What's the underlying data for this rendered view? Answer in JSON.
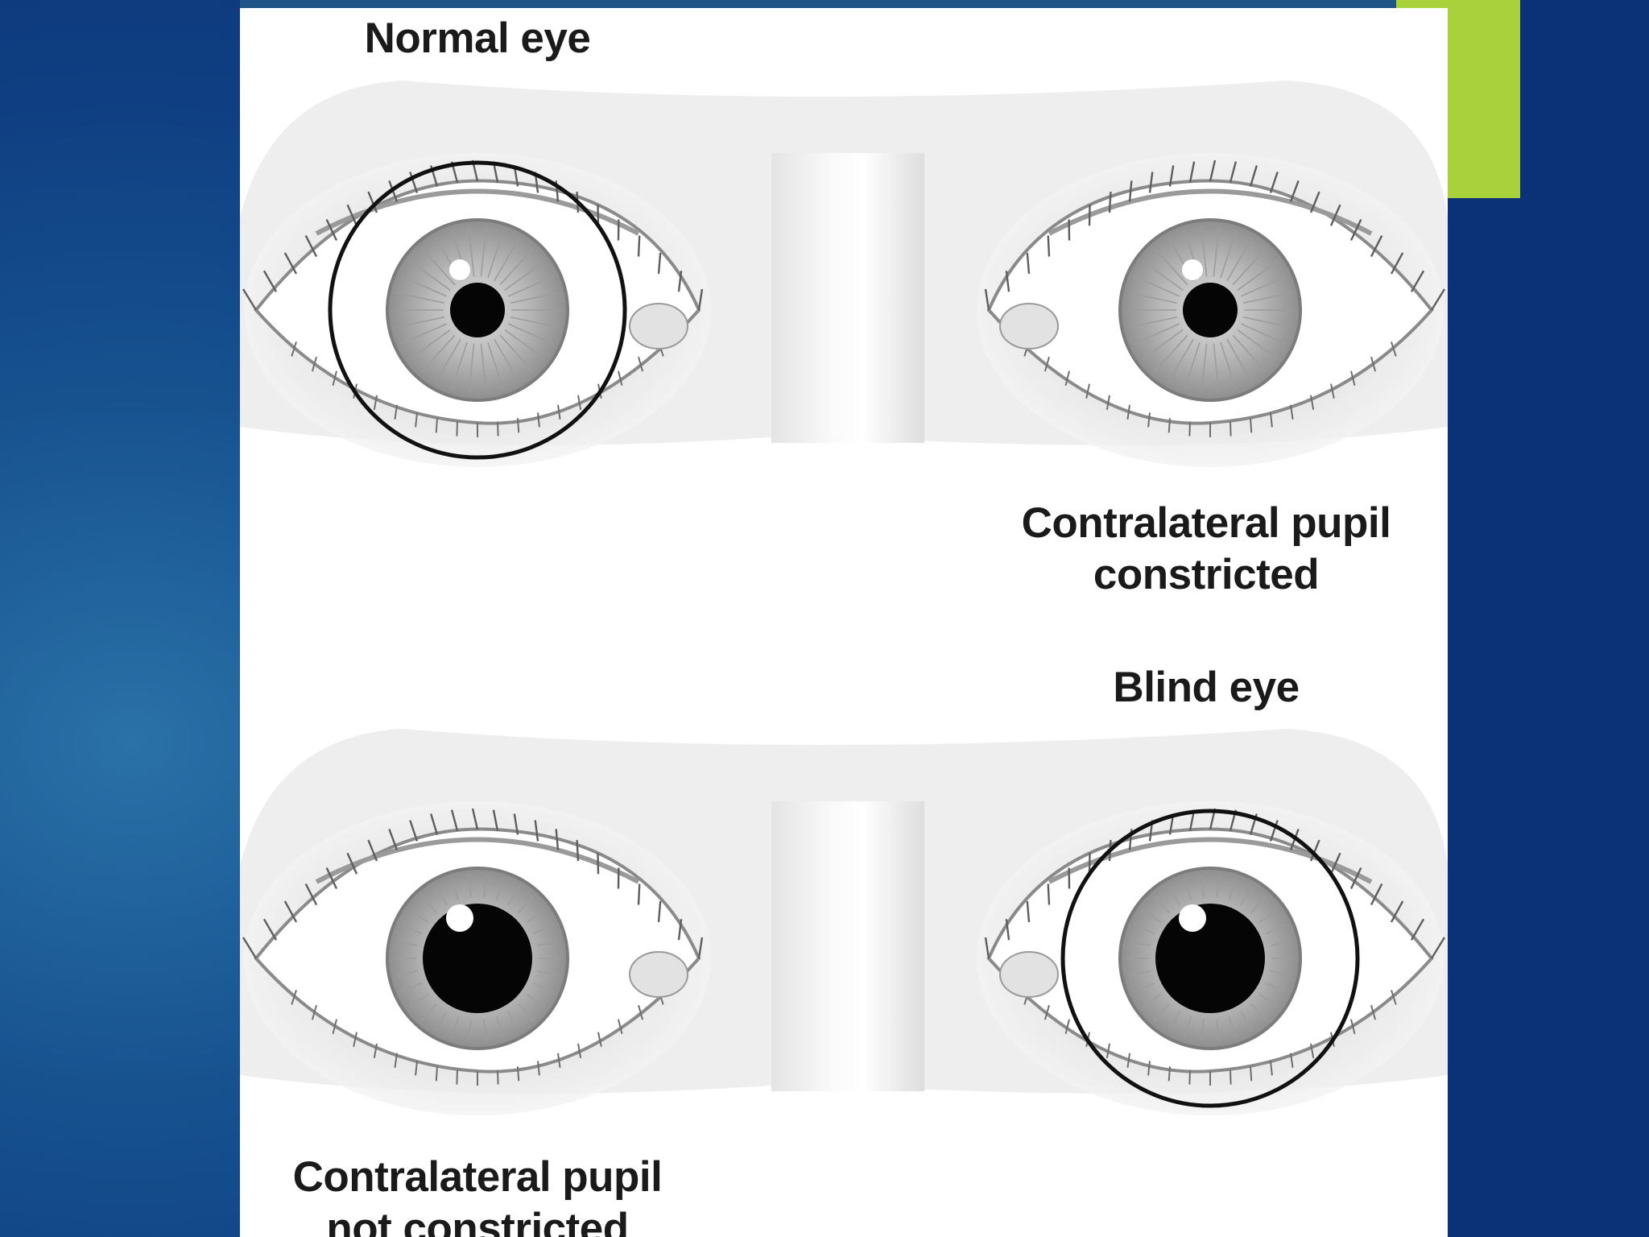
{
  "colors": {
    "accent": "#a9d13b",
    "pupil": "#050505",
    "iris": "#a7a7a7"
  },
  "labels": {
    "normal_eye": "Normal eye",
    "contralateral_constricted": [
      "Contralateral pupil",
      "constricted"
    ],
    "blind_eye": "Blind eye",
    "contralateral_not_constricted": [
      "Contralateral pupil",
      "not constricted"
    ]
  },
  "panels": [
    {
      "name": "top",
      "left_eye_pupil": "small",
      "right_eye_pupil": "small",
      "stimulated_eye": "left"
    },
    {
      "name": "bottom",
      "left_eye_pupil": "large",
      "right_eye_pupil": "large",
      "stimulated_eye": "right"
    }
  ]
}
